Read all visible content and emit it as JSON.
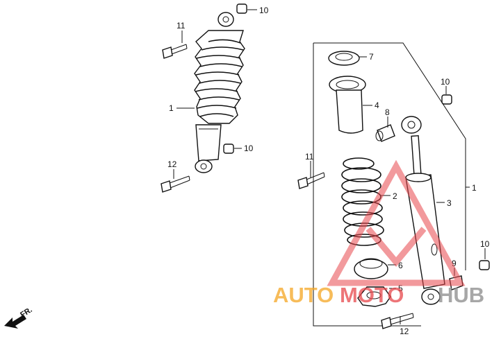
{
  "callouts": {
    "c_10_top": "10",
    "c_11_left": "11",
    "c_1_left": "1",
    "c_10_mid": "10",
    "c_12_left": "12",
    "c_7": "7",
    "c_10_right": "10",
    "c_4": "4",
    "c_8": "8",
    "c_11_right": "11",
    "c_1_right": "1",
    "c_2": "2",
    "c_3": "3",
    "c_6": "6",
    "c_9": "9",
    "c_10_far": "10",
    "c_5": "5",
    "c_12_right": "12"
  },
  "direction": {
    "label": "FR."
  },
  "watermark": {
    "part_a": "AUTO",
    "part_b": "MOTO",
    "part_c": "HUB",
    "color_a": "#f5a623",
    "color_b": "#e8474c",
    "color_c": "#8a8a8a"
  }
}
